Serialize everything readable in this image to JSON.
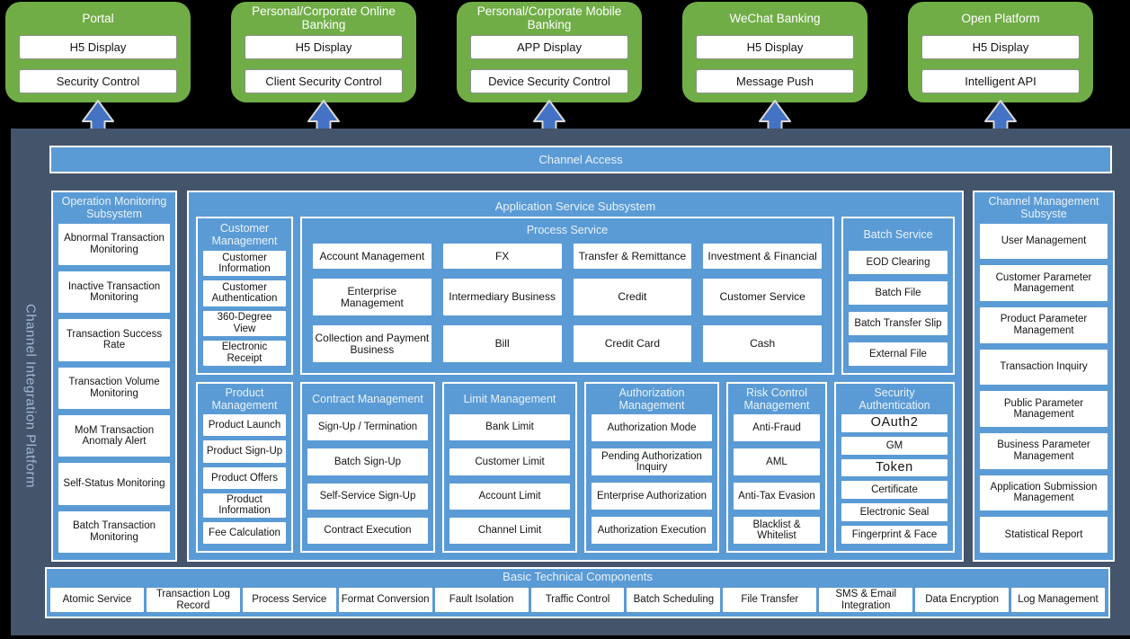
{
  "colors": {
    "channel_green": "#70AD47",
    "panel_blue": "#5B9BD5",
    "platform_dark": "#44546A",
    "arrow_blue": "#4472C4"
  },
  "channels": [
    {
      "title": "Portal",
      "items": [
        "H5 Display",
        "Security Control"
      ]
    },
    {
      "title": "Personal/Corporate Online Banking",
      "items": [
        "H5 Display",
        "Client Security Control"
      ]
    },
    {
      "title": "Personal/Corporate Mobile Banking",
      "items": [
        "APP Display",
        "Device Security Control"
      ]
    },
    {
      "title": "WeChat Banking",
      "items": [
        "H5 Display",
        "Message Push"
      ]
    },
    {
      "title": "Open Platform",
      "items": [
        "H5 Display",
        "Intelligent API"
      ]
    }
  ],
  "platform": {
    "side_label": "Channel Integration Platform",
    "channel_access_label": "Channel Access",
    "operation_monitoring": {
      "title": "Operation Monitoring Subsystem",
      "items": [
        "Abnormal Transaction Monitoring",
        "Inactive Transaction Monitoring",
        "Transaction Success Rate",
        "Transaction Volume Monitoring",
        "MoM Transaction Anomaly Alert",
        "Self-Status Monitoring",
        "Batch Transaction Monitoring"
      ]
    },
    "application_service": {
      "title": "Application Service Subsystem",
      "customer_management": {
        "title": "Customer Management",
        "items": [
          "Customer Information",
          "Customer Authentication",
          "360-Degree View",
          "Electronic Receipt"
        ]
      },
      "process_service": {
        "title": "Process Service",
        "items": [
          "Account Management",
          "FX",
          "Transfer & Remittance",
          "Investment & Financial",
          "Enterprise Management",
          "Intermediary Business",
          "Credit",
          "Customer Service",
          "Collection and Payment Business",
          "Bill",
          "Credit Card",
          "Cash"
        ]
      },
      "batch_service": {
        "title": "Batch Service",
        "items": [
          "EOD Clearing",
          "Batch File",
          "Batch Transfer Slip",
          "External File"
        ]
      },
      "product_management": {
        "title": "Product Management",
        "items": [
          "Product Launch",
          "Product Sign-Up",
          "Product Offers",
          "Product Information",
          "Fee Calculation"
        ]
      },
      "contract_management": {
        "title": "Contract Management",
        "items": [
          "Sign-Up / Termination",
          "Batch Sign-Up",
          "Self-Service Sign-Up",
          "Contract Execution"
        ]
      },
      "limit_management": {
        "title": "Limit Management",
        "items": [
          "Bank Limit",
          "Customer Limit",
          "Account Limit",
          "Channel Limit"
        ]
      },
      "authorization_management": {
        "title": "Authorization Management",
        "items": [
          "Authorization Mode",
          "Pending Authorization Inquiry",
          "Enterprise Authorization",
          "Authorization Execution"
        ]
      },
      "risk_control_management": {
        "title": "Risk Control Management",
        "items": [
          "Anti-Fraud",
          "AML",
          "Anti-Tax Evasion",
          "Blacklist & Whitelist"
        ]
      },
      "security_authentication": {
        "title": "Security Authentication",
        "items": [
          "OAuth2",
          "GM",
          "Token",
          "Certificate",
          "Electronic Seal",
          "Fingerprint & Face"
        ]
      }
    },
    "channel_management": {
      "title": "Channel Management Subsyste",
      "items": [
        "User Management",
        "Customer Parameter Management",
        "Product Parameter Management",
        "Transaction Inquiry",
        "Public Parameter Management",
        "Business Parameter Management",
        "Application Submission Management",
        "Statistical Report"
      ]
    },
    "basic_components": {
      "title": "Basic Technical Components",
      "items": [
        "Atomic Service",
        "Transaction Log Record",
        "Process Service",
        "Format Conversion",
        "Fault Isolation",
        "Traffic Control",
        "Batch Scheduling",
        "File Transfer",
        "SMS & Email Integration",
        "Data Encryption",
        "Log Management"
      ]
    }
  }
}
